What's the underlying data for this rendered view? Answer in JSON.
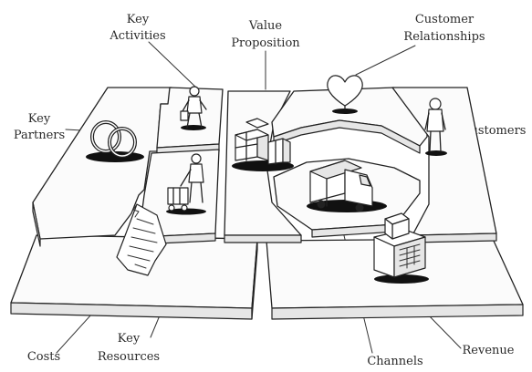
{
  "labels": {
    "key_activities": [
      "Key",
      "Activities"
    ],
    "value_proposition": [
      "Value",
      "Proposition"
    ],
    "customer_relationships": [
      "Customer",
      "Relationships"
    ],
    "key_partners": [
      "Key",
      "Partners"
    ],
    "customers": "Customers",
    "costs": "Costs",
    "key_resources": [
      "Key",
      "Resources"
    ],
    "channels": "Channels",
    "revenue": "Revenue"
  }
}
